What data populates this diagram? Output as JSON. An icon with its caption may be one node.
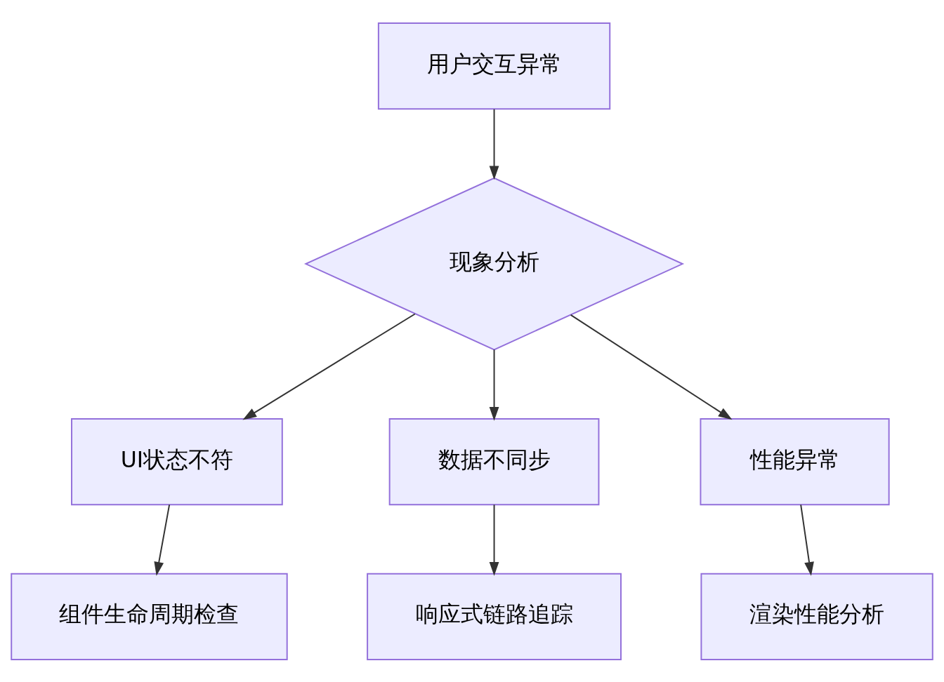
{
  "diagram": {
    "nodes": [
      {
        "text": [
          "用户交互异常"
        ]
      },
      {
        "text": [
          "现象分析"
        ]
      },
      {
        "text": [
          "UI状态不符"
        ]
      },
      {
        "text": [
          "数据不同步"
        ]
      },
      {
        "text": [
          "性能异常"
        ]
      },
      {
        "text": [
          "组件生命周期检查"
        ]
      },
      {
        "text": [
          "响应式链路追踪"
        ]
      },
      {
        "text": [
          "渲染性能分析"
        ]
      }
    ],
    "edges": [
      {
        "from": 0,
        "to": 1,
        "arrow": "to"
      },
      {
        "from": 1,
        "to": 2,
        "arrow": "to"
      },
      {
        "from": 1,
        "to": 3,
        "arrow": "to"
      },
      {
        "from": 1,
        "to": 4,
        "arrow": "to"
      },
      {
        "from": 2,
        "to": 5,
        "arrow": "to"
      },
      {
        "from": 3,
        "to": 6,
        "arrow": "to"
      },
      {
        "from": 4,
        "to": 7,
        "arrow": "to"
      }
    ]
  }
}
